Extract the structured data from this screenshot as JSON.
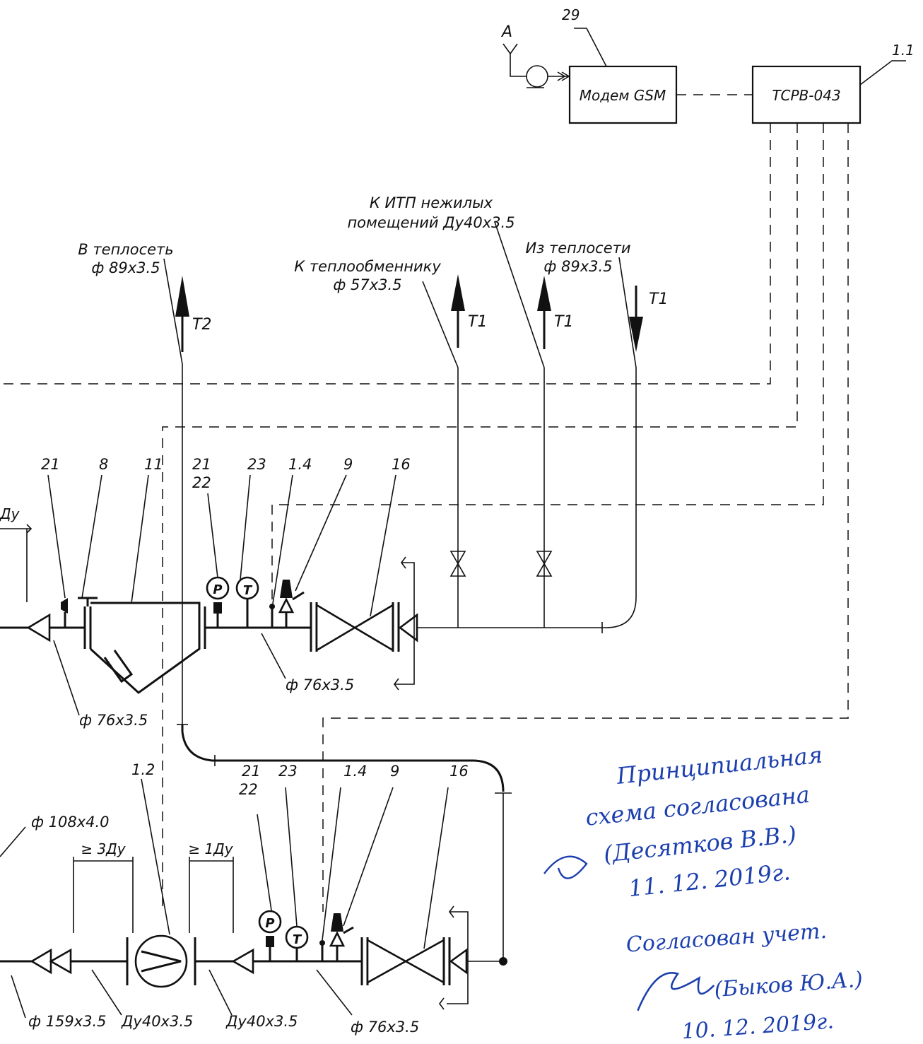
{
  "colors": {
    "line": "#111111",
    "signature_ink": "#1c3fae",
    "background": "#ffffff"
  },
  "top": {
    "antenna_label": "A",
    "modem_ref": "29",
    "modem_label": "Модем GSM",
    "meter_ref": "1.1",
    "meter_label": "ТСРВ-043"
  },
  "risers": {
    "to_network_label_1": "В теплосеть",
    "to_network_label_2": "ф 89х3.5",
    "to_network_tag": "Т2",
    "to_exchanger_label_1": "К теплообменнику",
    "to_exchanger_label_2": "ф 57х3.5",
    "to_exchanger_tag": "Т1",
    "to_itp_label_1": "К ИТП нежилых",
    "to_itp_label_2": "помещений Ду40х3.5",
    "to_itp_tag": "Т1",
    "from_network_label_1": "Из теплосети",
    "from_network_label_2": "ф 89х3.5",
    "from_network_tag": "Т1"
  },
  "upper_line": {
    "refs": [
      "21",
      "8",
      "11",
      "21",
      "22",
      "23",
      "1.4",
      "9",
      "16"
    ],
    "dim_cut": "Ду",
    "pipe_left_label": "ф 76х3.5",
    "pipe_mid_label": "ф 76х3.5"
  },
  "lower_line": {
    "refs": [
      "1.2",
      "21",
      "22",
      "23",
      "1.4",
      "9",
      "16"
    ],
    "big_pipe_label": "ф 108х4.0",
    "dim_before_pump": "≥ 3Ду",
    "dim_after_pump": "≥ 1Ду",
    "inlet_pipe_label": "ф 159х3.5",
    "pump_in_label": "Ду40х3.5",
    "pump_out_label": "Ду40х3.5",
    "pipe_right_label": "ф 76х3.5"
  },
  "handwritten": {
    "line1": "Принципиальная",
    "line2": "схема согласована",
    "line3": "(Десятков В.В.)",
    "line4": "11. 12. 2019г.",
    "line5": "Согласован учет.",
    "line6": "(Быков Ю.А.)",
    "line7": "10. 12. 2019г."
  }
}
